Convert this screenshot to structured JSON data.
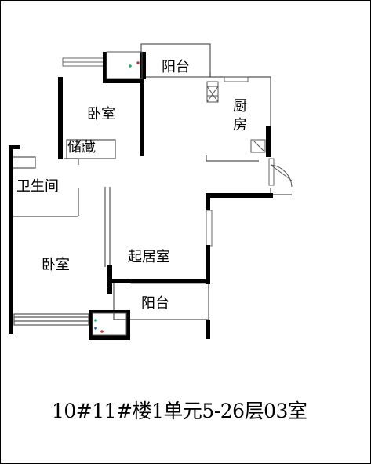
{
  "rooms": {
    "balcony_top": "阳台",
    "bedroom_top": "卧室",
    "kitchen_line1": "厨",
    "kitchen_line2": "房",
    "storage": "储藏",
    "bathroom": "卫生间",
    "bedroom_bottom": "卧室",
    "living_room": "起居室",
    "balcony_bottom": "阳台"
  },
  "caption": "10#11#楼1单元5-26层03室",
  "colors": {
    "wall": "#000000",
    "thin_line": "#555555",
    "background": "#ffffff"
  }
}
